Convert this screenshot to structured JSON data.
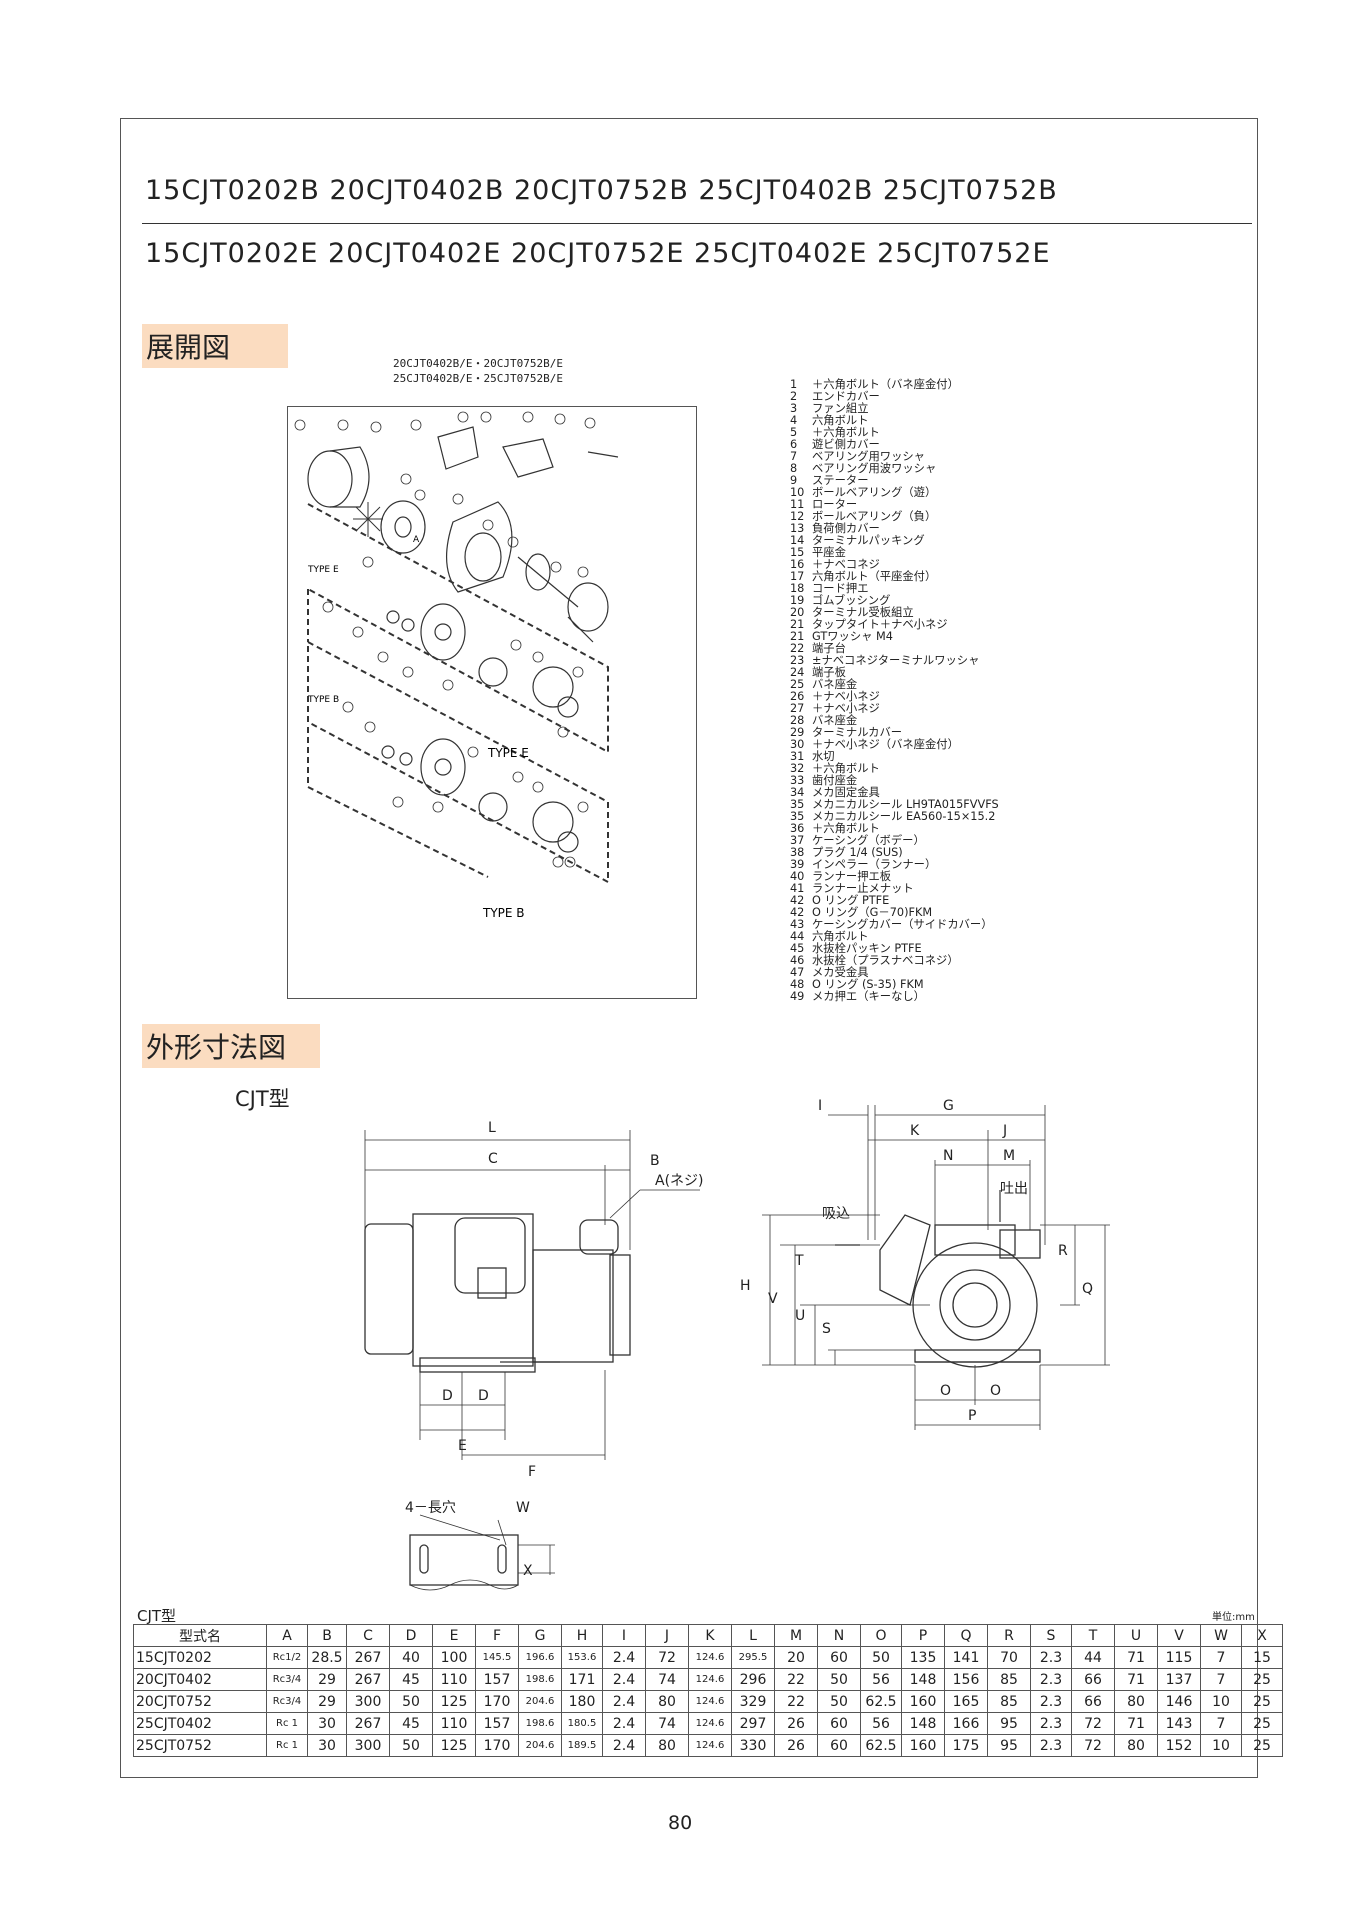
{
  "header": {
    "models_b": "15CJT0202B  20CJT0402B  20CJT0752B 25CJT0402B  25CJT0752B",
    "models_e": "15CJT0202E  20CJT0402E  20CJT0752E 25CJT0402E  25CJT0752E"
  },
  "exploded": {
    "title": "展開図",
    "caption_line1": "20CJT0402B/E・20CJT0752B/E",
    "caption_line2": "25CJT0402B/E・25CJT0752B/E",
    "type_e": "TYPE E",
    "type_b": "TYPE B",
    "type_e_small": "TYPE E",
    "type_b_small": "TYPE B",
    "arrow_a": "A"
  },
  "parts": [
    {
      "no": "1",
      "name": "＋六角ボルト（バネ座金付）"
    },
    {
      "no": "2",
      "name": "エンドカバー"
    },
    {
      "no": "3",
      "name": "ファン組立"
    },
    {
      "no": "4",
      "name": "六角ボルト"
    },
    {
      "no": "5",
      "name": "＋六角ボルト"
    },
    {
      "no": "6",
      "name": "遊ビ側カバー"
    },
    {
      "no": "7",
      "name": "ベアリング用ワッシャ"
    },
    {
      "no": "8",
      "name": "ベアリング用波ワッシャ"
    },
    {
      "no": "9",
      "name": "ステーター"
    },
    {
      "no": "10",
      "name": "ボールベアリング（遊）"
    },
    {
      "no": "11",
      "name": "ローター"
    },
    {
      "no": "12",
      "name": "ボールベアリング（負）"
    },
    {
      "no": "13",
      "name": "負荷側カバー"
    },
    {
      "no": "14",
      "name": "ターミナルパッキング"
    },
    {
      "no": "15",
      "name": "平座金"
    },
    {
      "no": "16",
      "name": "＋ナベコネジ"
    },
    {
      "no": "17",
      "name": "六角ボルト（平座金付）"
    },
    {
      "no": "18",
      "name": "コード押エ"
    },
    {
      "no": "19",
      "name": "ゴムブッシング"
    },
    {
      "no": "20",
      "name": "ターミナル受板組立"
    },
    {
      "no": "21",
      "name": "タップタイト＋ナベ小ネジ"
    },
    {
      "no": "21",
      "name": "GTワッシャ M4"
    },
    {
      "no": "22",
      "name": "端子台"
    },
    {
      "no": "23",
      "name": "±ナベコネジターミナルワッシャ"
    },
    {
      "no": "24",
      "name": "端子板"
    },
    {
      "no": "25",
      "name": "バネ座金"
    },
    {
      "no": "26",
      "name": "＋ナベ小ネジ"
    },
    {
      "no": "27",
      "name": "＋ナベ小ネジ"
    },
    {
      "no": "28",
      "name": "バネ座金"
    },
    {
      "no": "29",
      "name": "ターミナルカバー"
    },
    {
      "no": "30",
      "name": "＋ナベ小ネジ（バネ座金付）"
    },
    {
      "no": "31",
      "name": "水切"
    },
    {
      "no": "32",
      "name": "＋六角ボルト"
    },
    {
      "no": "33",
      "name": "歯付座金"
    },
    {
      "no": "34",
      "name": "メカ固定金具"
    },
    {
      "no": "35",
      "name": "メカニカルシール LH9TA015FVVFS"
    },
    {
      "no": "35",
      "name": "メカニカルシール EA560-15×15.2"
    },
    {
      "no": "36",
      "name": "＋六角ボルト"
    },
    {
      "no": "37",
      "name": "ケーシング（ボデー）"
    },
    {
      "no": "38",
      "name": "プラグ 1/4 (SUS)"
    },
    {
      "no": "39",
      "name": "インペラー（ランナー）"
    },
    {
      "no": "40",
      "name": "ランナー押エ板"
    },
    {
      "no": "41",
      "name": "ランナー止メナット"
    },
    {
      "no": "42",
      "name": "O リング PTFE"
    },
    {
      "no": "42",
      "name": "O リング（G－70)FKM"
    },
    {
      "no": "43",
      "name": "ケーシングカバー（サイドカバー）"
    },
    {
      "no": "44",
      "name": "六角ボルト"
    },
    {
      "no": "45",
      "name": "水抜栓パッキン PTFE"
    },
    {
      "no": "46",
      "name": "水抜栓（プラスナベコネジ）"
    },
    {
      "no": "47",
      "name": "メカ受金具"
    },
    {
      "no": "48",
      "name": "O リング (S-35) FKM"
    },
    {
      "no": "49",
      "name": "メカ押エ（キーなし）"
    }
  ],
  "outline": {
    "title": "外形寸法図",
    "sub": "CJT型",
    "labels": {
      "L": "L",
      "C": "C",
      "B": "B",
      "A": "A(ネジ)",
      "D1": "D",
      "D2": "D",
      "E": "E",
      "F": "F",
      "I": "I",
      "G": "G",
      "K": "K",
      "J": "J",
      "N": "N",
      "M": "M",
      "discharge": "吐出",
      "suction": "吸込",
      "H": "H",
      "V": "V",
      "T": "T",
      "U": "U",
      "S": "S",
      "R": "R",
      "Q": "Q",
      "O1": "O",
      "O2": "O",
      "P": "P",
      "slot": "4－長穴",
      "W": "W",
      "X": "X"
    }
  },
  "table": {
    "title": "CJT型",
    "unit": "単位:mm",
    "headers": [
      "型式名",
      "A",
      "B",
      "C",
      "D",
      "E",
      "F",
      "G",
      "H",
      "I",
      "J",
      "K",
      "L",
      "M",
      "N",
      "O",
      "P",
      "Q",
      "R",
      "S",
      "T",
      "U",
      "V",
      "W",
      "X"
    ],
    "rows": [
      [
        "15CJT0202",
        "Rc1/2",
        "28.5",
        "267",
        "40",
        "100",
        "145.5",
        "196.6",
        "153.6",
        "2.4",
        "72",
        "124.6",
        "295.5",
        "20",
        "60",
        "50",
        "135",
        "141",
        "70",
        "2.3",
        "44",
        "71",
        "115",
        "7",
        "15"
      ],
      [
        "20CJT0402",
        "Rc3/4",
        "29",
        "267",
        "45",
        "110",
        "157",
        "198.6",
        "171",
        "2.4",
        "74",
        "124.6",
        "296",
        "22",
        "50",
        "56",
        "148",
        "156",
        "85",
        "2.3",
        "66",
        "71",
        "137",
        "7",
        "25"
      ],
      [
        "20CJT0752",
        "Rc3/4",
        "29",
        "300",
        "50",
        "125",
        "170",
        "204.6",
        "180",
        "2.4",
        "80",
        "124.6",
        "329",
        "22",
        "50",
        "62.5",
        "160",
        "165",
        "85",
        "2.3",
        "66",
        "80",
        "146",
        "10",
        "25"
      ],
      [
        "25CJT0402",
        "Rc 1",
        "30",
        "267",
        "45",
        "110",
        "157",
        "198.6",
        "180.5",
        "2.4",
        "74",
        "124.6",
        "297",
        "26",
        "60",
        "56",
        "148",
        "166",
        "95",
        "2.3",
        "72",
        "71",
        "143",
        "7",
        "25"
      ],
      [
        "25CJT0752",
        "Rc 1",
        "30",
        "300",
        "50",
        "125",
        "170",
        "204.6",
        "189.5",
        "2.4",
        "80",
        "124.6",
        "330",
        "26",
        "60",
        "62.5",
        "160",
        "175",
        "95",
        "2.3",
        "72",
        "80",
        "152",
        "10",
        "25"
      ]
    ]
  },
  "page_number": "80"
}
